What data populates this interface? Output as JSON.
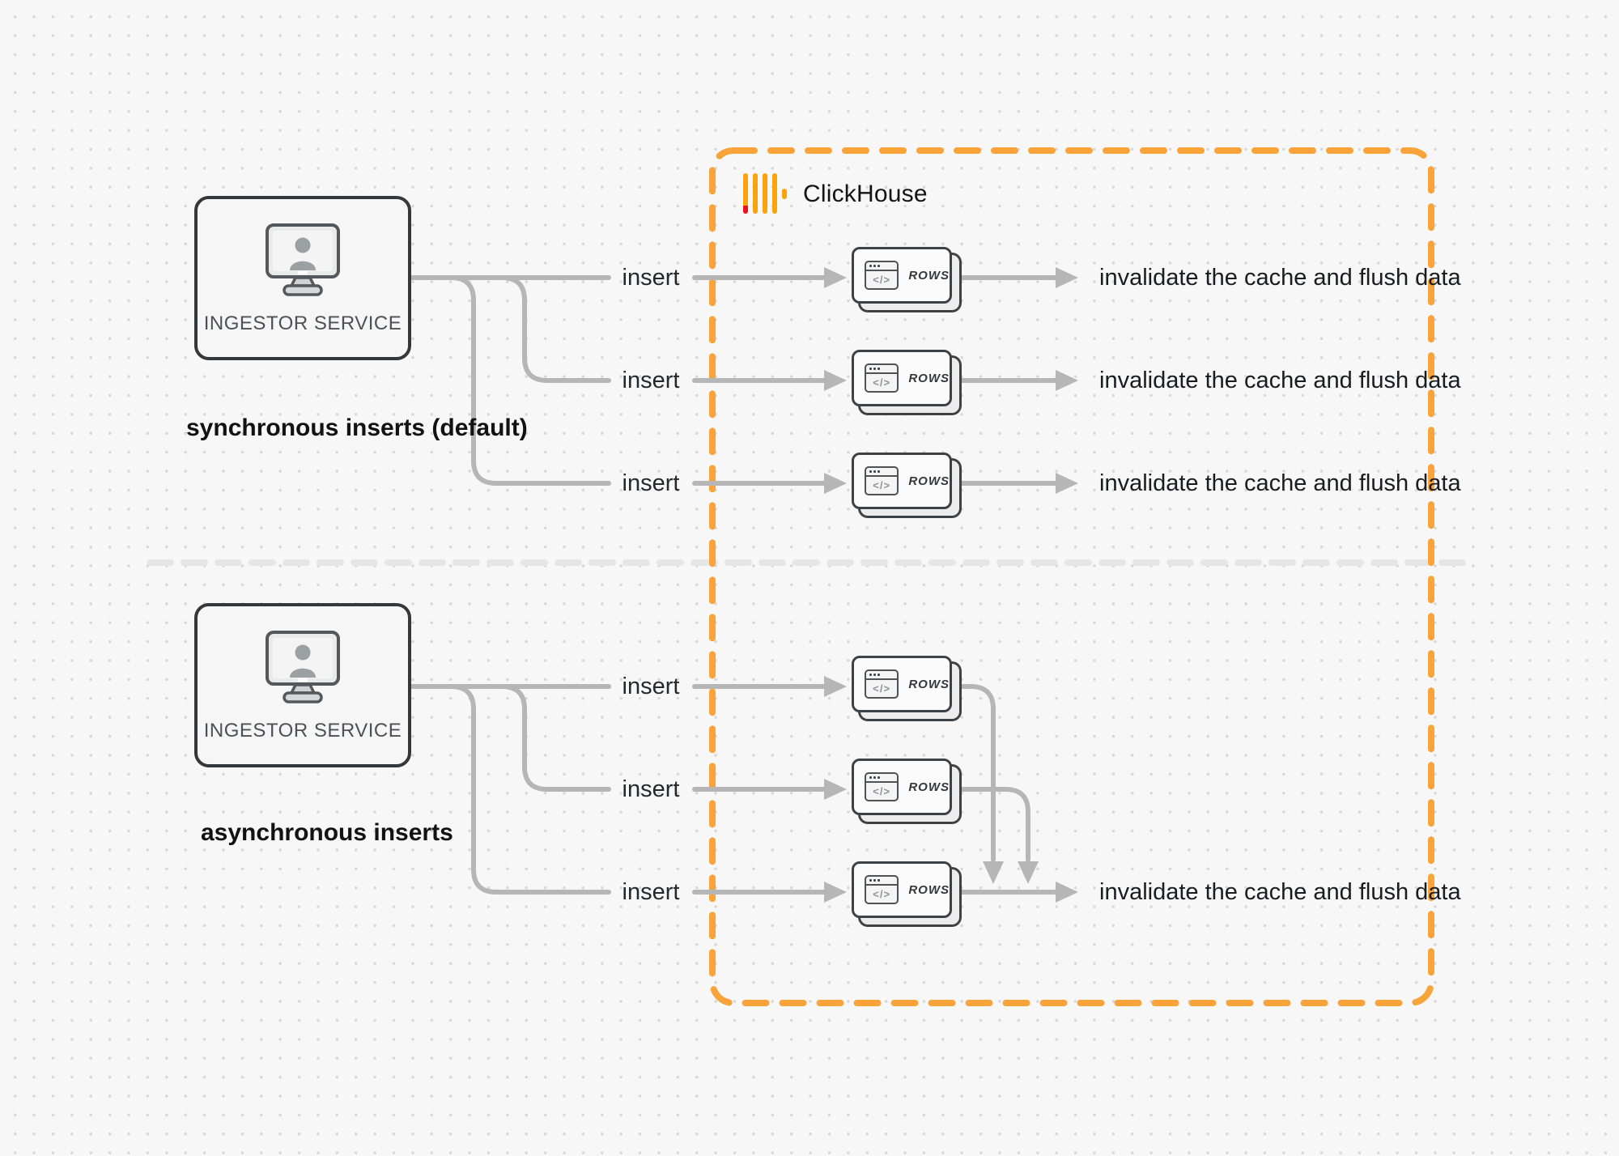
{
  "diagram": {
    "clickhouse_label": "ClickHouse",
    "sections": {
      "sync": {
        "caption": "synchronous inserts (default)",
        "service": "INGESTOR SERVICE"
      },
      "async": {
        "caption": "asynchronous inserts",
        "service": "INGESTOR SERVICE"
      }
    },
    "labels": {
      "insert": "insert",
      "invalidate": "invalidate the cache and flush data",
      "rows": "ROWS",
      "code_glyph": "</>"
    },
    "colors": {
      "accent_orange_dash": "#F9A43B",
      "logo_bar_yellow": "#F9A40F",
      "logo_red": "#ED1323",
      "connector_gray": "#B6B6B7",
      "divider_gray": "#E6E6E7",
      "box_border_dark": "#33383C"
    }
  }
}
